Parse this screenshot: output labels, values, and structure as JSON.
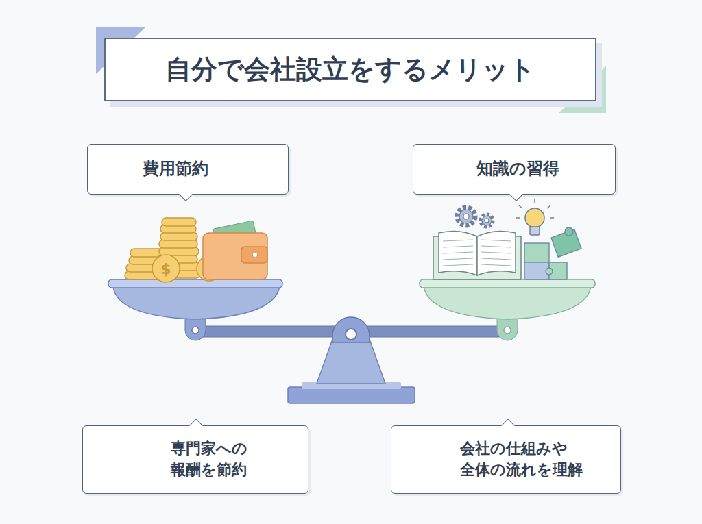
{
  "diagram": {
    "title": "自分で会社設立をするメリット",
    "nodes": [
      {
        "text": [
          "費用節約"
        ]
      },
      {
        "text": [
          "知識の習得"
        ]
      },
      {
        "text": [
          "専門家への 報酬を節約"
        ]
      },
      {
        "text": [
          "会社の仕組みや 全体の流れを理解"
        ]
      }
    ]
  }
}
